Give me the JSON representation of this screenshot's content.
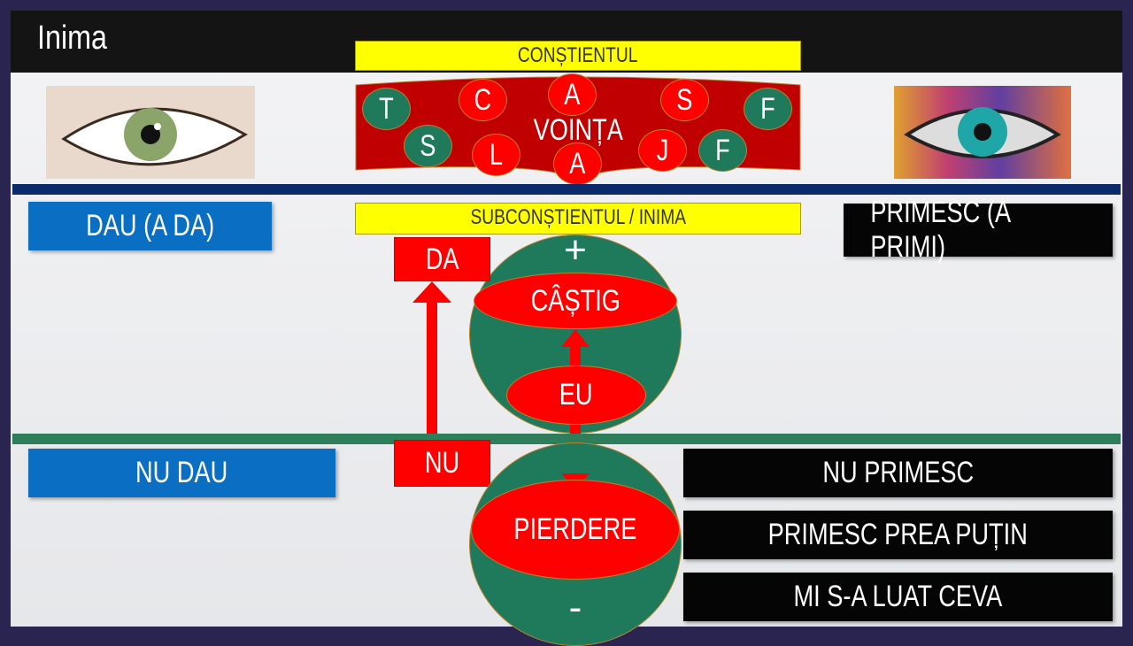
{
  "title": "Inima",
  "constient": "CONȘTIENTUL",
  "subconstient": "SUBCONȘTIENTUL / INIMA",
  "vointa": {
    "label": "VOINȚA",
    "letters": [
      "T",
      "S",
      "C",
      "L",
      "A",
      "A",
      "S",
      "J",
      "F",
      "F"
    ]
  },
  "left": {
    "give": "DAU (A DA)",
    "not_give": "NU DAU"
  },
  "right": {
    "receive": "PRIMESC (A PRIMI)",
    "items": [
      "NU PRIMESC",
      "PRIMESC PREA PUȚIN",
      "MI S-A LUAT CEVA"
    ]
  },
  "center": {
    "da": "DA",
    "nu": "NU",
    "plus": "+",
    "minus": "-",
    "gain": "CÂȘTIG",
    "self": "EU",
    "loss": "PIERDERE"
  },
  "colors": {
    "yellow": "#ffff00",
    "red": "#ff0000",
    "green": "#1f7a5c",
    "blue": "#0a6fc2",
    "navy": "#0b2a6b"
  }
}
